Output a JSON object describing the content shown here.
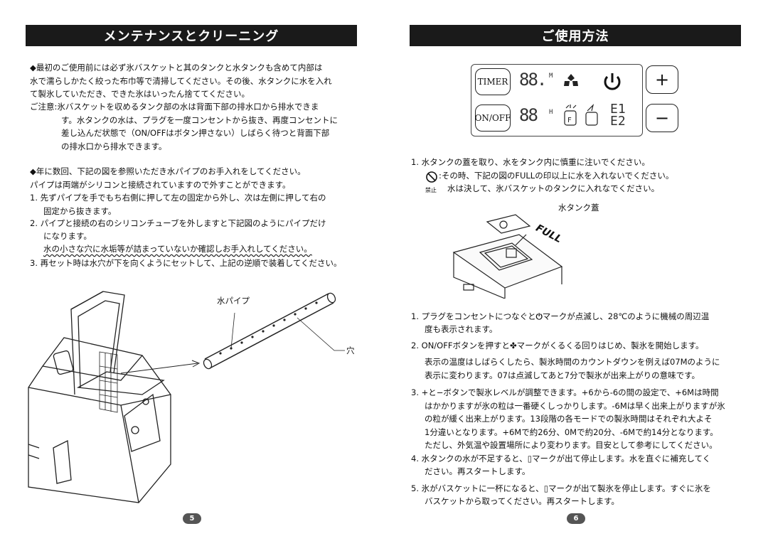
{
  "left": {
    "title": "メンテナンスとクリーニング",
    "para1": [
      "◆最初のご使用前には必ず氷バスケットと其のタンクと水タンクも含めて内部は",
      "水で濡らしかたく絞った布巾等で清掃してください。その後、水タンクに水を入れ",
      "て製氷していただき、できた氷はいったん捨ててください。"
    ],
    "caution_label": "ご注意:",
    "caution": [
      "氷バスケットを収めるタンク部の水は背面下部の排水口から排水できま",
      "す。水タンクの水は、プラグを一度コンセントから抜き、再度コンセントに",
      "差し込んだ状態で（ON/OFFはボタン押さない）しばらく待つと背面下部",
      "の排水口から排水できます。"
    ],
    "para2": [
      "◆年に数回、下記の図を参照いただき水パイプのお手入れをしてください。",
      "パイプは両端がシリコンと接続されていますので外すことができます。"
    ],
    "steps": [
      {
        "num": "1.",
        "lines": [
          "先ずパイプを手でもち右側に押して左の固定から外し、次は左側に押して右の",
          "固定から抜きます。"
        ]
      },
      {
        "num": "2.",
        "lines": [
          "パイプと接続の右のシリコンチューブを外しますと下記図のようにパイプだけ",
          "になります。"
        ],
        "note": "水の小さな穴に水垢等が詰まっていないか確認しお手入れしてください。"
      },
      {
        "num": "3.",
        "lines": [
          "再セット時は水穴が下を向くようにセットして、上記の逆順で装着してください。"
        ]
      }
    ],
    "label_pipe": "水パイプ",
    "label_hole": "穴",
    "page_number": "5"
  },
  "right": {
    "title": "ご使用方法",
    "panel": {
      "timer_label": "TIMER",
      "onoff_label": "ON/OFF",
      "plus_label": "+",
      "minus_label": "−",
      "lcd_top": "88.",
      "lcd_bottom": "88",
      "unit_top": "M",
      "unit_bottom": "H",
      "e1": "E1",
      "e2": "E2"
    },
    "section1": {
      "line1": "1. 水タンクの蓋を取り、水をタンク内に慎重に注いでください。",
      "warn1": ":その時、下記の図のFULLの印以上に水を入れないでください。",
      "prohibit_label": "禁止",
      "warn2": "水は決して、氷バスケットのタンクに入れなでください。"
    },
    "fig_labels": {
      "lid": "水タンク蓋",
      "full": "FULL"
    },
    "steps": [
      {
        "num": "1.",
        "lines": [
          "プラグをコンセントにつなぐと",
          "マークが点滅し、28℃のように機械の周辺温",
          "度も表示されます。"
        ]
      },
      {
        "num": "2.",
        "lines": [
          "ON/OFFボタンを押すと",
          "マークがくるくる回りはじめ、製氷を開始します。"
        ],
        "sub": [
          "表示の温度はしばらくしたら、製氷時間のカウントダウンを例えば07Mのように",
          "表示に変わります。07は点滅してあと7分で製氷が出来上がりの意味です。"
        ]
      },
      {
        "num": "3.",
        "lines": [
          "+と−ボタンで製氷レベルが調整できます。+6から-6の間の設定で、+6Mは時間",
          "はかかりますが氷の粒は一番硬くしっかりします。-6Mは早く出来上がりますが氷",
          "の粒が緩く出来上がります。13段階の各モードでの製氷時間はそれぞれ大よそ",
          "1分違いとなります。+6Mで約26分、0Mで約20分、-6Mで約14分となります。",
          "ただし、外気温や設置場所により変わります。目安として参考にしてください。"
        ]
      },
      {
        "num": "4.",
        "lines": [
          "水タンクの水が不足すると、",
          "マークが出て停止します。水を直ぐに補充してく",
          "ださい。再スタートします。"
        ]
      },
      {
        "num": "5.",
        "lines": [
          "氷がバスケットに一杯になると、",
          "マークが出て製氷を停止します。すぐに氷を",
          "バスケットから取ってください。再スタートします。"
        ]
      }
    ],
    "page_number": "6"
  }
}
